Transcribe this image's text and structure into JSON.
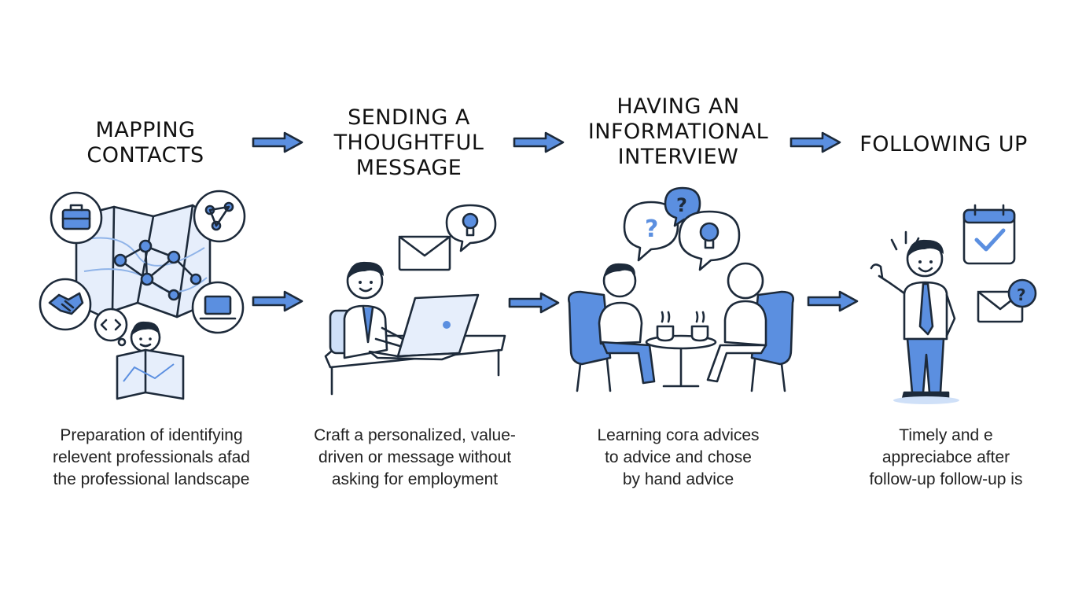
{
  "colors": {
    "accent": "#5b8fe0",
    "accent_light": "#cfe0f8",
    "ink": "#1d2a3a"
  },
  "steps": [
    {
      "title": "MAPPING\nCONTACTS",
      "description": "Preparation of identifying\nrelevent professionals afad\nthe professional landscape",
      "icons": [
        "briefcase-icon",
        "network-icon",
        "handshake-icon",
        "laptop-icon",
        "map-icon",
        "thought-code-icon"
      ]
    },
    {
      "title": "SENDING A\nTHOUGHTFUL\nMESSAGE",
      "description": "Craft a personalized, value-\ndriven or message without\nasking for employment",
      "icons": [
        "envelope-icon",
        "lightbulb-icon",
        "laptop-icon",
        "desk-icon"
      ]
    },
    {
      "title": "HAVING AN\nINFORMATIONAL\nINTERVIEW",
      "description": "Learning coгa advices\nto advice and chose\nby hand advice",
      "icons": [
        "question-bubble-icon",
        "lightbulb-icon",
        "armchair-icon",
        "coffee-cup-icon"
      ]
    },
    {
      "title": "FOLLOWING UP",
      "description": "Timely and e\nappreciabce after\nfollow-up follow-up is",
      "icons": [
        "calendar-check-icon",
        "envelope-question-icon",
        "waving-person-icon"
      ]
    }
  ]
}
